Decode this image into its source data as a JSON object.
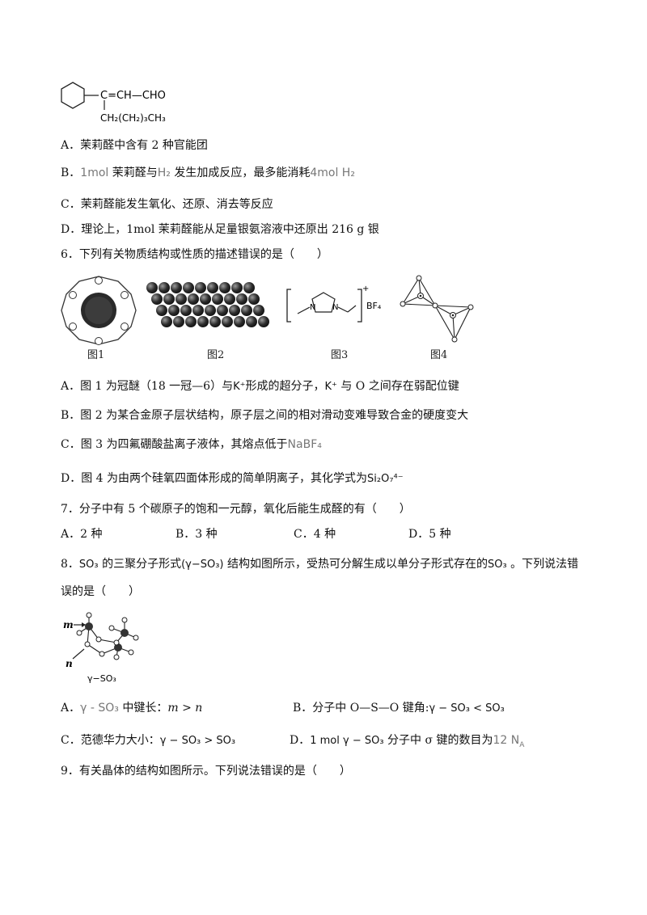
{
  "structure": {
    "left": "C=CH—CHO",
    "sub": "CH₂(CH₂)₃CH₃"
  },
  "q5_options": {
    "a": "A．茉莉醛中含有 2 种官能团",
    "b_prefix": "B．",
    "b_mid1": "1mol",
    "b_mid2": "茉莉醛与",
    "b_mid3": "H₂",
    "b_mid4": "发生加成反应，最多能消耗",
    "b_mid5": "4mol H₂",
    "c": "C．茉莉醛能发生氧化、还原、消去等反应",
    "d": "D．理论上，1mol 茉莉醛能从足量银氨溶液中还原出 216 g 银"
  },
  "q6": {
    "stem": "6．下列有关物质结构或性质的描述错误的是（　　）",
    "captions": [
      "图1",
      "图2",
      "图3",
      "图4"
    ],
    "fig3_ion": "BF₄",
    "a_p1": "A．图 1 为冠醚（18 一冠—6）与",
    "a_k1": "K⁺",
    "a_p2": "形成的超分子，",
    "a_k2": "K⁺",
    "a_p3": "与 O 之间存在弱配位键",
    "b": "B．图 2 为某合金原子层状结构，原子层之间的相对滑动变难导致合金的硬度变大",
    "c_p1": "C．图 3 为四氟硼酸盐离子液体，其熔点低于",
    "c_formula": "NaBF₄",
    "d_p1": "D．图 4 为由两个硅氧四面体形成的简单阴离子，其化学式为",
    "d_formula": "Si₂O₇⁴⁻"
  },
  "q7": {
    "stem": "7．分子中有 5 个碳原子的饱和一元醇，氧化后能生成醛的有（　　）",
    "options": [
      "A．2 种",
      "B．3 种",
      "C．4 种",
      "D．5 种"
    ]
  },
  "q8": {
    "p1": "8．",
    "so3": "SO₃",
    "p2": "的三聚分子形式",
    "gso3": "(γ−SO₃)",
    "p3": "结构如图所示，受热可分解生成以单分子形式存在的",
    "so3b": "SO₃",
    "p4": "。下列说法错",
    "line2": "误的是（　　）",
    "fig_m": "m",
    "fig_n": "n",
    "fig_label": "γ−SO₃",
    "a_p1": "A．",
    "a_g": "γ - SO₃",
    "a_p2": "中键长：",
    "a_p3": "m > n",
    "b_p1": "B．分子中 O—S—O 键角:",
    "b_p2": "γ − SO₃ < SO₃",
    "c_p1": "C．范德华力大小：",
    "c_p2": "γ − SO₃ > SO₃",
    "d_p1": "D．",
    "d_p2": "1 mol γ − SO₃",
    "d_p3": "分子中 σ 键的数目为",
    "d_p4": "12 N",
    "d_p5": "A"
  },
  "q9": {
    "stem": "9．有关晶体的结构如图所示。下列说法错误的是（　　）"
  }
}
